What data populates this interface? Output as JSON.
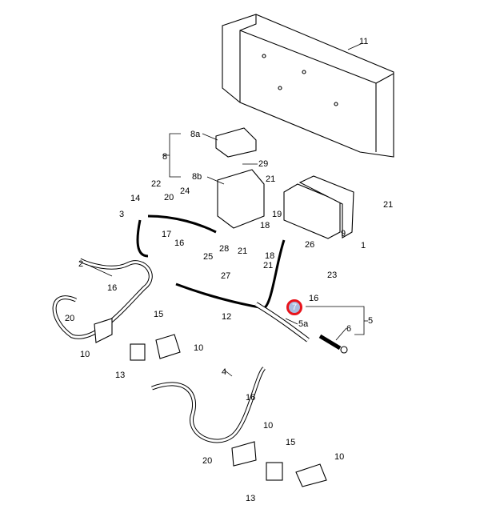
{
  "diagram": {
    "highlight_color": "#e8141c",
    "selected_callout": "7",
    "callouts": [
      "11",
      "8a",
      "8",
      "29",
      "8b",
      "22",
      "21",
      "20",
      "24",
      "14",
      "3",
      "17",
      "16",
      "25",
      "28",
      "18",
      "19",
      "21",
      "9",
      "1",
      "26",
      "21",
      "21",
      "18",
      "23",
      "27",
      "16",
      "12",
      "5a",
      "5",
      "6",
      "2",
      "16",
      "15",
      "20",
      "10",
      "10",
      "13",
      "4",
      "16",
      "10",
      "15",
      "20",
      "10",
      "13"
    ]
  }
}
